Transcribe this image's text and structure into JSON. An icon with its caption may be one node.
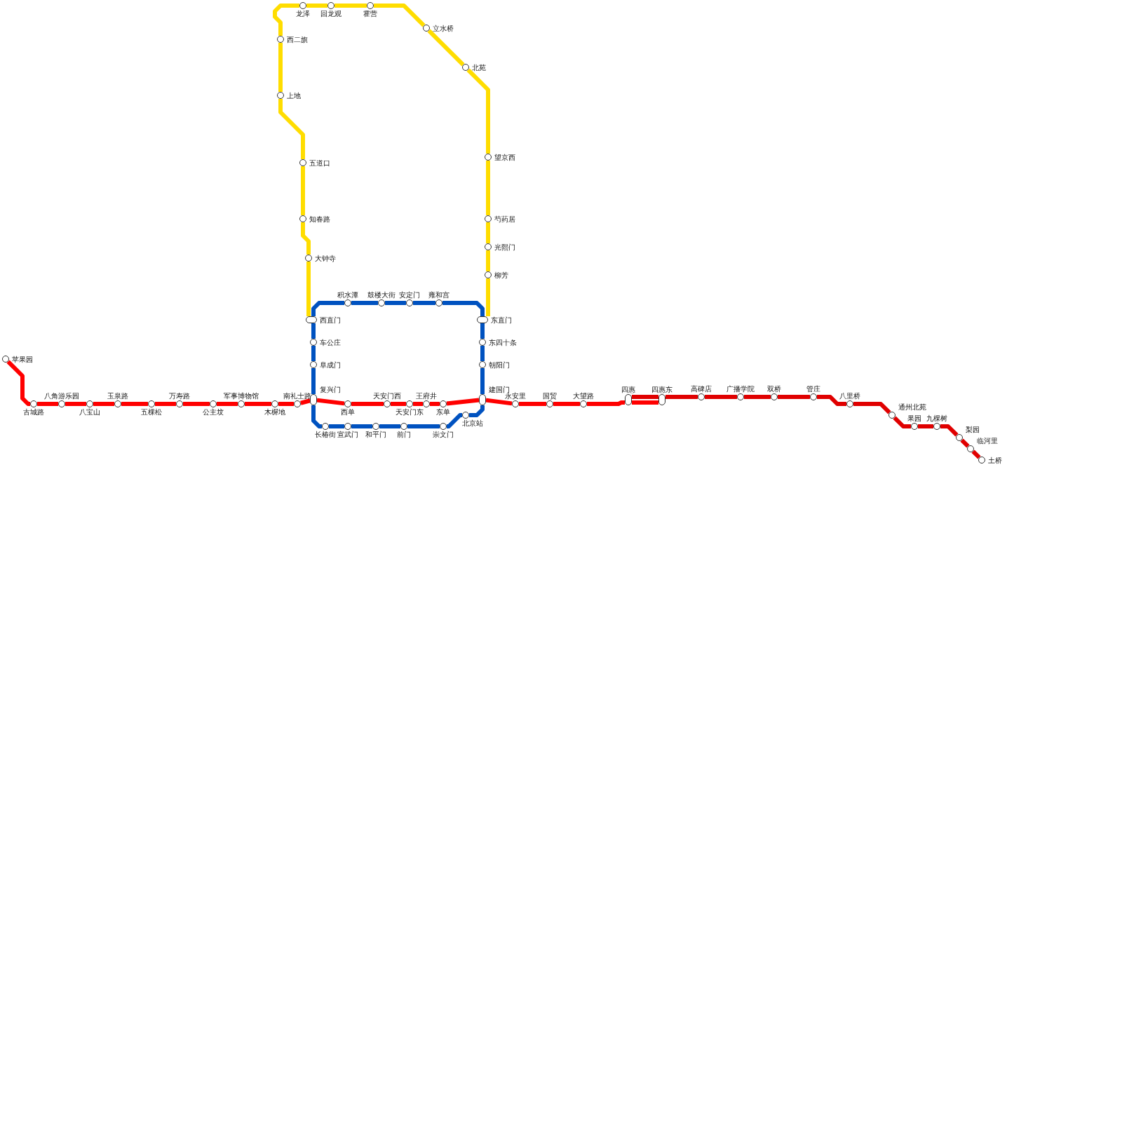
{
  "diagram": {
    "nodes": [
      {
        "text": [
          "苹果园"
        ]
      },
      {
        "text": [
          "古城路"
        ]
      },
      {
        "text": [
          "八角游乐园"
        ]
      },
      {
        "text": [
          "八宝山"
        ]
      },
      {
        "text": [
          "玉泉路"
        ]
      },
      {
        "text": [
          "五棵松"
        ]
      },
      {
        "text": [
          "万寿路"
        ]
      },
      {
        "text": [
          "公主坟"
        ]
      },
      {
        "text": [
          "军事博物馆"
        ]
      },
      {
        "text": [
          "木樨地"
        ]
      },
      {
        "text": [
          "南礼士路"
        ]
      },
      {
        "text": [
          "复兴门"
        ]
      },
      {
        "text": [
          "西单"
        ]
      },
      {
        "text": [
          "天安门西"
        ]
      },
      {
        "text": [
          "天安门东"
        ]
      },
      {
        "text": [
          "王府井"
        ]
      },
      {
        "text": [
          "东单"
        ]
      },
      {
        "text": [
          "建国门"
        ]
      },
      {
        "text": [
          "永安里"
        ]
      },
      {
        "text": [
          "国贸"
        ]
      },
      {
        "text": [
          "大望路"
        ]
      },
      {
        "text": [
          "四惠"
        ]
      },
      {
        "text": [
          "四惠东"
        ]
      },
      {
        "text": [
          "高碑店"
        ]
      },
      {
        "text": [
          "广播学院"
        ]
      },
      {
        "text": [
          "双桥"
        ]
      },
      {
        "text": [
          "管庄"
        ]
      },
      {
        "text": [
          "八里桥"
        ]
      },
      {
        "text": [
          "通州北苑"
        ]
      },
      {
        "text": [
          "果园"
        ]
      },
      {
        "text": [
          "九棵树"
        ]
      },
      {
        "text": [
          "梨园"
        ]
      },
      {
        "text": [
          "临河里"
        ]
      },
      {
        "text": [
          "土桥"
        ]
      },
      {
        "text": [
          "西直门"
        ]
      },
      {
        "text": [
          "积水潭"
        ]
      },
      {
        "text": [
          "鼓楼大街"
        ]
      },
      {
        "text": [
          "安定门"
        ]
      },
      {
        "text": [
          "雍和宫"
        ]
      },
      {
        "text": [
          "东直门"
        ]
      },
      {
        "text": [
          "东四十条"
        ]
      },
      {
        "text": [
          "朝阳门"
        ]
      },
      {
        "text": [
          "北京站"
        ]
      },
      {
        "text": [
          "崇文门"
        ]
      },
      {
        "text": [
          "前门"
        ]
      },
      {
        "text": [
          "和平门"
        ]
      },
      {
        "text": [
          "宣武门"
        ]
      },
      {
        "text": [
          "长椿街"
        ]
      },
      {
        "text": [
          "阜成门"
        ]
      },
      {
        "text": [
          "车公庄"
        ]
      },
      {
        "text": [
          "大钟寺"
        ]
      },
      {
        "text": [
          "知春路"
        ]
      },
      {
        "text": [
          "五道口"
        ]
      },
      {
        "text": [
          "上地"
        ]
      },
      {
        "text": [
          "西二旗"
        ]
      },
      {
        "text": [
          "龙泽"
        ]
      },
      {
        "text": [
          "回龙观"
        ]
      },
      {
        "text": [
          "霍营"
        ]
      },
      {
        "text": [
          "立水桥"
        ]
      },
      {
        "text": [
          "北苑"
        ]
      },
      {
        "text": [
          "望京西"
        ]
      },
      {
        "text": [
          "芍药居"
        ]
      },
      {
        "text": [
          "光熙门"
        ]
      },
      {
        "text": [
          "柳芳"
        ]
      }
    ],
    "edges": [
      {
        "from": 0,
        "to": 1,
        "arrow": "none"
      },
      {
        "from": 1,
        "to": 2,
        "arrow": "none"
      },
      {
        "from": 2,
        "to": 3,
        "arrow": "none"
      },
      {
        "from": 3,
        "to": 4,
        "arrow": "none"
      },
      {
        "from": 4,
        "to": 5,
        "arrow": "none"
      },
      {
        "from": 5,
        "to": 6,
        "arrow": "none"
      },
      {
        "from": 6,
        "to": 7,
        "arrow": "none"
      },
      {
        "from": 7,
        "to": 8,
        "arrow": "none"
      },
      {
        "from": 8,
        "to": 9,
        "arrow": "none"
      },
      {
        "from": 9,
        "to": 10,
        "arrow": "none"
      },
      {
        "from": 10,
        "to": 11,
        "arrow": "none"
      },
      {
        "from": 11,
        "to": 12,
        "arrow": "none"
      },
      {
        "from": 12,
        "to": 13,
        "arrow": "none"
      },
      {
        "from": 13,
        "to": 14,
        "arrow": "none"
      },
      {
        "from": 14,
        "to": 15,
        "arrow": "none"
      },
      {
        "from": 15,
        "to": 16,
        "arrow": "none"
      },
      {
        "from": 16,
        "to": 17,
        "arrow": "none"
      },
      {
        "from": 17,
        "to": 18,
        "arrow": "none"
      },
      {
        "from": 18,
        "to": 19,
        "arrow": "none"
      },
      {
        "from": 19,
        "to": 20,
        "arrow": "none"
      },
      {
        "from": 20,
        "to": 21,
        "arrow": "none"
      },
      {
        "from": 21,
        "to": 22,
        "arrow": "none"
      },
      {
        "from": 21,
        "to": 22,
        "arrow": "none",
        "color": "#e00000"
      },
      {
        "from": 22,
        "to": 23,
        "arrow": "none",
        "color": "#e00000"
      },
      {
        "from": 23,
        "to": 24,
        "arrow": "none",
        "color": "#e00000"
      },
      {
        "from": 24,
        "to": 25,
        "arrow": "none",
        "color": "#e00000"
      },
      {
        "from": 25,
        "to": 26,
        "arrow": "none",
        "color": "#e00000"
      },
      {
        "from": 26,
        "to": 27,
        "arrow": "none",
        "color": "#e00000"
      },
      {
        "from": 27,
        "to": 28,
        "arrow": "none",
        "color": "#e00000"
      },
      {
        "from": 28,
        "to": 29,
        "arrow": "none",
        "color": "#e00000"
      },
      {
        "from": 29,
        "to": 30,
        "arrow": "none",
        "color": "#e00000"
      },
      {
        "from": 30,
        "to": 31,
        "arrow": "none",
        "color": "#e00000"
      },
      {
        "from": 31,
        "to": 32,
        "arrow": "none",
        "color": "#e00000"
      },
      {
        "from": 32,
        "to": 33,
        "arrow": "none",
        "color": "#e00000"
      },
      {
        "from": 34,
        "to": 35,
        "arrow": "none",
        "color": "#0052c0"
      },
      {
        "from": 35,
        "to": 36,
        "arrow": "none",
        "color": "#0052c0"
      },
      {
        "from": 36,
        "to": 37,
        "arrow": "none",
        "color": "#0052c0"
      },
      {
        "from": 37,
        "to": 38,
        "arrow": "none",
        "color": "#0052c0"
      },
      {
        "from": 38,
        "to": 39,
        "arrow": "none",
        "color": "#0052c0"
      },
      {
        "from": 39,
        "to": 40,
        "arrow": "none",
        "color": "#0052c0"
      },
      {
        "from": 40,
        "to": 41,
        "arrow": "none",
        "color": "#0052c0"
      },
      {
        "from": 41,
        "to": 17,
        "arrow": "none",
        "color": "#0052c0"
      },
      {
        "from": 17,
        "to": 42,
        "arrow": "none",
        "color": "#0052c0"
      },
      {
        "from": 42,
        "to": 43,
        "arrow": "none",
        "color": "#0052c0"
      },
      {
        "from": 43,
        "to": 44,
        "arrow": "none",
        "color": "#0052c0"
      },
      {
        "from": 44,
        "to": 45,
        "arrow": "none",
        "color": "#0052c0"
      },
      {
        "from": 45,
        "to": 46,
        "arrow": "none",
        "color": "#0052c0"
      },
      {
        "from": 46,
        "to": 47,
        "arrow": "none",
        "color": "#0052c0"
      },
      {
        "from": 47,
        "to": 11,
        "arrow": "none",
        "color": "#0052c0"
      },
      {
        "from": 11,
        "to": 48,
        "arrow": "none",
        "color": "#0052c0"
      },
      {
        "from": 48,
        "to": 49,
        "arrow": "none",
        "color": "#0052c0"
      },
      {
        "from": 49,
        "to": 34,
        "arrow": "none",
        "color": "#0052c0"
      },
      {
        "from": 34,
        "to": 50,
        "arrow": "none",
        "color": "#ffdd00"
      },
      {
        "from": 50,
        "to": 51,
        "arrow": "none",
        "color": "#ffdd00"
      },
      {
        "from": 51,
        "to": 52,
        "arrow": "none",
        "color": "#ffdd00"
      },
      {
        "from": 52,
        "to": 53,
        "arrow": "none",
        "color": "#ffdd00"
      },
      {
        "from": 53,
        "to": 54,
        "arrow": "none",
        "color": "#ffdd00"
      },
      {
        "from": 54,
        "to": 55,
        "arrow": "none",
        "color": "#ffdd00"
      },
      {
        "from": 55,
        "to": 56,
        "arrow": "none",
        "color": "#ffdd00"
      },
      {
        "from": 56,
        "to": 57,
        "arrow": "none",
        "color": "#ffdd00"
      },
      {
        "from": 57,
        "to": 58,
        "arrow": "none",
        "color": "#ffdd00"
      },
      {
        "from": 58,
        "to": 59,
        "arrow": "none",
        "color": "#ffdd00"
      },
      {
        "from": 59,
        "to": 60,
        "arrow": "none",
        "color": "#ffdd00"
      },
      {
        "from": 60,
        "to": 61,
        "arrow": "none",
        "color": "#ffdd00"
      },
      {
        "from": 61,
        "to": 62,
        "arrow": "none",
        "color": "#ffdd00"
      },
      {
        "from": 62,
        "to": 63,
        "arrow": "none",
        "color": "#ffdd00"
      },
      {
        "from": 63,
        "to": 39,
        "arrow": "none",
        "color": "#ffdd00"
      }
    ]
  }
}
